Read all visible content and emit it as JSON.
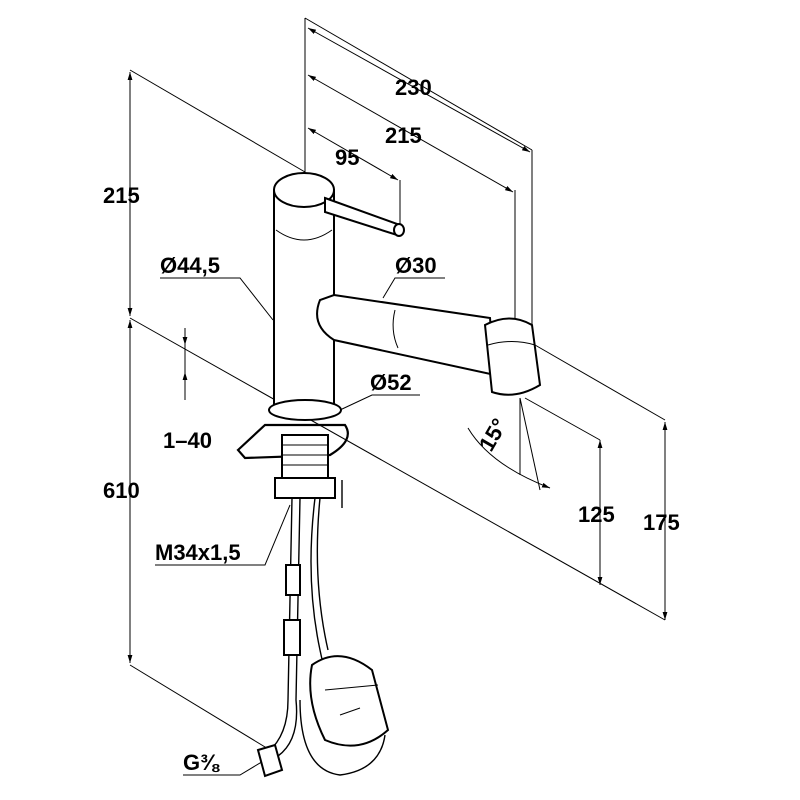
{
  "title": "Kitchen faucet dimension drawing",
  "dimensions": {
    "top_overall": "230",
    "top_spout": "215",
    "lever": "95",
    "height_upper": "215",
    "body_diameter": "Ø44,5",
    "spout_diameter": "Ø30",
    "base_diameter": "Ø52",
    "deck_thickness": "1–40",
    "hose_length": "610",
    "spray_angle": "15°",
    "outlet_height": "125",
    "spout_height": "175",
    "thread": "M34x1,5",
    "connection": "G⅜"
  }
}
